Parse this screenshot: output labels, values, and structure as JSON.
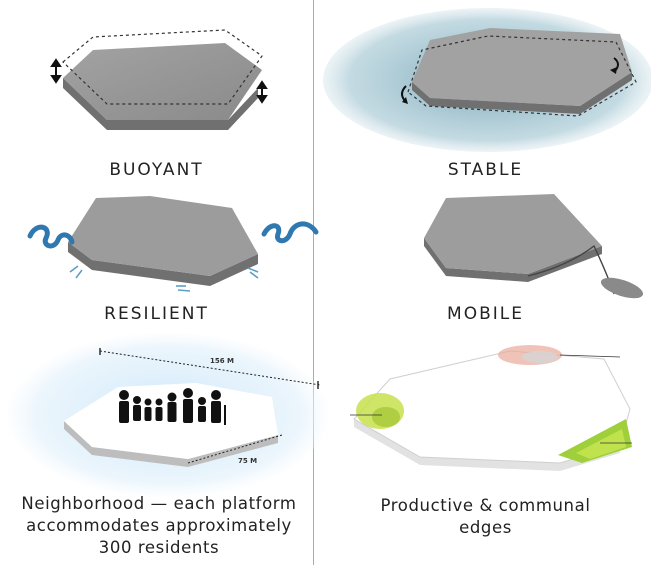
{
  "panels": {
    "buoyant": {
      "label": "BUOYANT"
    },
    "stable": {
      "label": "STABLE"
    },
    "resilient": {
      "label": "RESILIENT"
    },
    "mobile": {
      "label": "MOBILE"
    },
    "neighborhood": {
      "caption": "Neighborhood — each platform\naccommodates approximately\n300 residents",
      "dim_length": "156 M",
      "dim_width": "75 M"
    },
    "edges": {
      "caption": "Productive & communal\nedges"
    }
  },
  "colors": {
    "platform_top": "#9a9a9a",
    "platform_side": "#6f6f6f",
    "wave": "#2f78b0",
    "water_glow": "#8fb7c6",
    "divider": "#58c9e6",
    "greenery": "#b6d83a"
  }
}
